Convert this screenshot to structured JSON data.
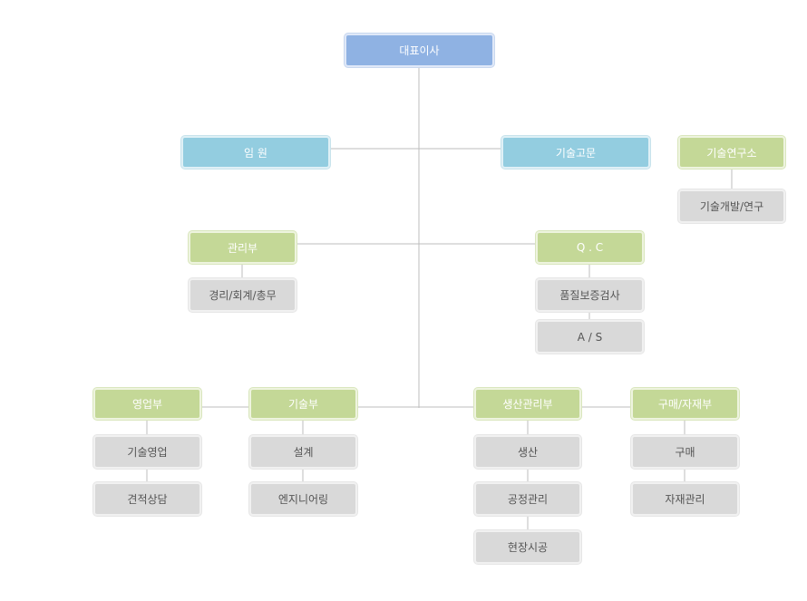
{
  "ceo": "대표이사",
  "executives": "임 원",
  "tech_advisor": "기술고문",
  "research_lab": {
    "title": "기술연구소",
    "items": [
      "기술개발/연구"
    ]
  },
  "admin": {
    "title": "관리부",
    "items": [
      "경리/회계/총무"
    ]
  },
  "qc": {
    "title": "Q . C",
    "items": [
      "품질보증검사",
      "A / S"
    ]
  },
  "sales": {
    "title": "영업부",
    "items": [
      "기술영업",
      "견적상담"
    ]
  },
  "tech": {
    "title": "기술부",
    "items": [
      "설계",
      "엔지니어링"
    ]
  },
  "production": {
    "title": "생산관리부",
    "items": [
      "생산",
      "공정관리",
      "현장시공"
    ]
  },
  "purchasing": {
    "title": "구매/자재부",
    "items": [
      "구매",
      "자재관리"
    ]
  }
}
